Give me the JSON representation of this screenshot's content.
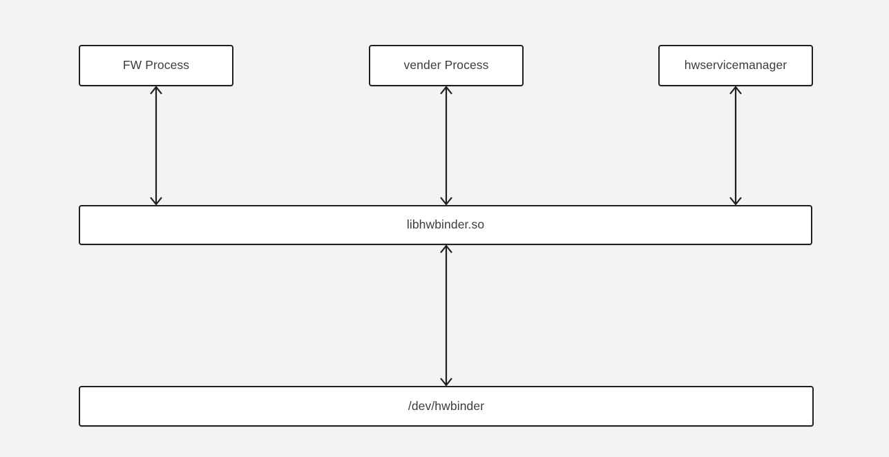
{
  "diagram": {
    "title": "HwBinder architecture block diagram",
    "background_color": "#f1f3f5",
    "node_fill_color": "#ffffff",
    "node_border_color": "#1f1f1f",
    "text_color": "#3c3c3c",
    "nodes": [
      {
        "id": "fw-process",
        "label": "FW Process",
        "shape": "rounded-rect",
        "row": "top"
      },
      {
        "id": "vender-process",
        "label": "vender Process",
        "shape": "rounded-rect",
        "row": "top"
      },
      {
        "id": "hwservicemanager",
        "label": "hwservicemanager",
        "shape": "rounded-rect",
        "row": "top"
      },
      {
        "id": "libhwbinder",
        "label": "libhwbinder.so",
        "shape": "rounded-rect",
        "row": "middle"
      },
      {
        "id": "dev-hwbinder",
        "label": "/dev/hwbinder",
        "shape": "rounded-rect",
        "row": "bottom"
      }
    ],
    "edges": [
      {
        "id": "edge-fw-libhwbinder",
        "from": "fw-process",
        "to": "libhwbinder",
        "arrow": "double",
        "style": "solid"
      },
      {
        "id": "edge-vender-libhwbinder",
        "from": "vender-process",
        "to": "libhwbinder",
        "arrow": "double",
        "style": "solid"
      },
      {
        "id": "edge-hwservicemanager-libhwbinder",
        "from": "hwservicemanager",
        "to": "libhwbinder",
        "arrow": "double",
        "style": "solid"
      },
      {
        "id": "edge-libhwbinder-devhwbinder",
        "from": "libhwbinder",
        "to": "dev-hwbinder",
        "arrow": "double",
        "style": "solid"
      }
    ]
  }
}
